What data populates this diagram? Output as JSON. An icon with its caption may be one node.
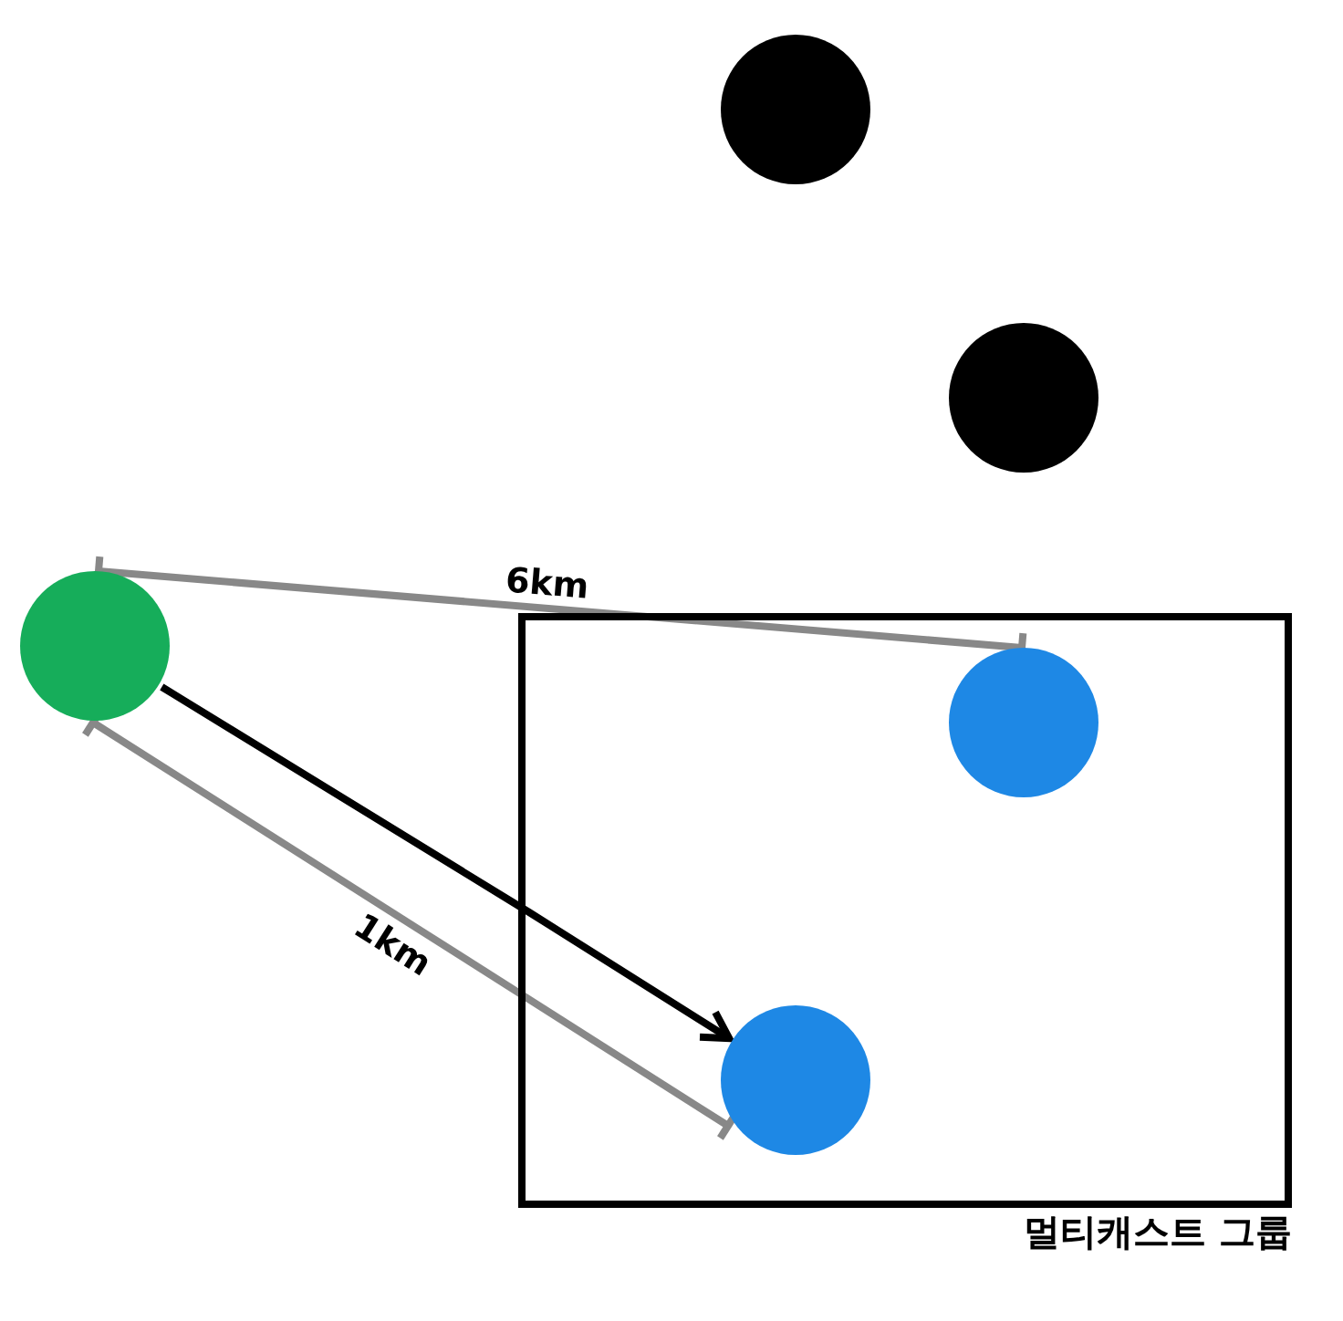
{
  "diagram": {
    "nodes": [
      {
        "text": [],
        "shape": "circle"
      },
      {
        "text": [],
        "shape": "circle"
      },
      {
        "text": [],
        "shape": "circle"
      },
      {
        "text": [
          "멀티캐스트 그룹"
        ]
      },
      {
        "text": [],
        "shape": "circle",
        "in": 3
      },
      {
        "text": [],
        "shape": "circle",
        "in": 3
      }
    ],
    "edges": [
      {
        "from": 2,
        "to": 5,
        "arrow": "to"
      }
    ],
    "labels": [
      "6km",
      "1km"
    ]
  }
}
